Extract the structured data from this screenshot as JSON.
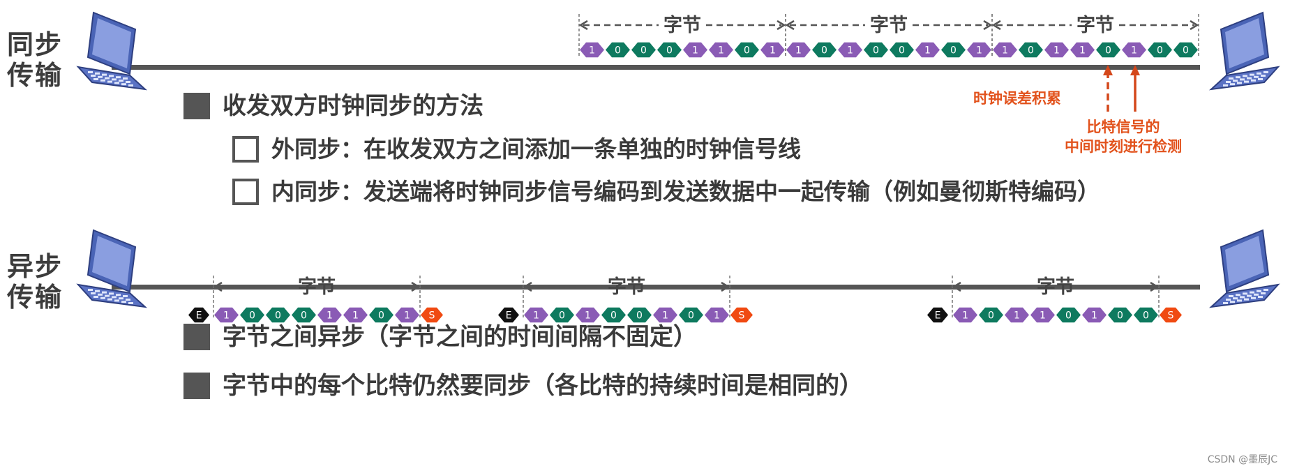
{
  "sync": {
    "label_line1": "同步",
    "label_line2": "传输",
    "byte_label": "字节",
    "bits": [
      "1",
      "0",
      "0",
      "0",
      "1",
      "1",
      "0",
      "1",
      "1",
      "0",
      "1",
      "0",
      "0",
      "1",
      "0",
      "1",
      "1",
      "0",
      "1",
      "1",
      "0",
      "1",
      "0",
      "0"
    ],
    "annotations": {
      "clock_error": "时钟误差积累",
      "mid_detect_line1": "比特信号的",
      "mid_detect_line2": "中间时刻进行检测"
    }
  },
  "async": {
    "label_line1": "异步",
    "label_line2": "传输",
    "byte_label": "字节",
    "start_marker": "E",
    "stop_marker": "S",
    "frames": [
      [
        "1",
        "0",
        "0",
        "0",
        "1",
        "1",
        "0",
        "1"
      ],
      [
        "1",
        "0",
        "1",
        "0",
        "0",
        "1",
        "0",
        "1"
      ],
      [
        "1",
        "0",
        "1",
        "1",
        "0",
        "1",
        "0",
        "0"
      ]
    ]
  },
  "bullets": {
    "methods_title": "收发双方时钟同步的方法",
    "external": "外同步：在收发双方之间添加一条单独的时钟信号线",
    "internal": "内同步：发送端将时钟同步信号编码到发送数据中一起传输（例如曼彻斯特编码）",
    "between_bytes": "字节之间异步（字节之间的时间间隔不固定）",
    "within_byte": "字节中的每个比特仍然要同步（各比特的持续时间是相同的）"
  },
  "watermark": "CSDN @墨辰JC",
  "colors": {
    "purple": "#8a5bb5",
    "green": "#0e7a5f",
    "black": "#111111",
    "orange": "#f04a12",
    "line": "#555555",
    "annotation": "#e2521c",
    "laptop": "#4a64b6"
  }
}
